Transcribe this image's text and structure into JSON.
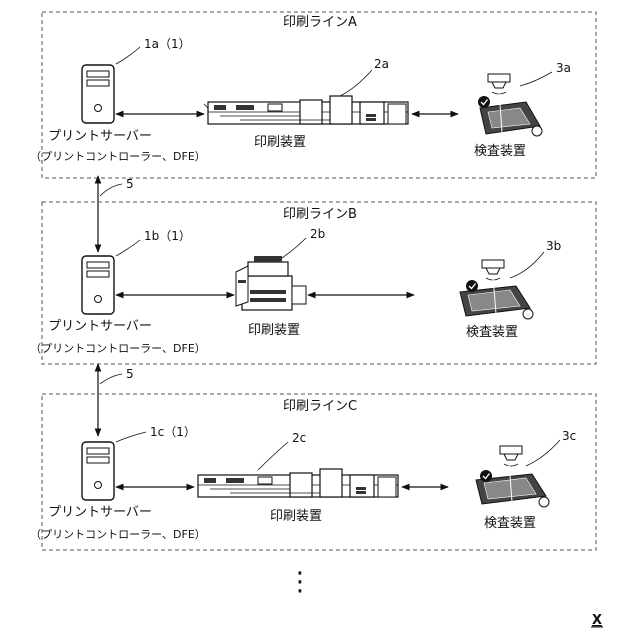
{
  "lines": [
    {
      "title": "印刷ラインA",
      "server_ref": "1a（1）",
      "printer_ref": "2a",
      "inspect_ref": "3a",
      "server_label": "プリントサーバー",
      "server_sub": "（プリントコントローラー、DFE）",
      "printer_label": "印刷装置",
      "inspect_label": "検査装置"
    },
    {
      "title": "印刷ラインB",
      "server_ref": "1b（1）",
      "printer_ref": "2b",
      "inspect_ref": "3b",
      "server_label": "プリントサーバー",
      "server_sub": "（プリントコントローラー、DFE）",
      "printer_label": "印刷装置",
      "inspect_label": "検査装置"
    },
    {
      "title": "印刷ラインC",
      "server_ref": "1c（1）",
      "printer_ref": "2c",
      "inspect_ref": "3c",
      "server_label": "プリントサーバー",
      "server_sub": "（プリントコントローラー、DFE）",
      "printer_label": "印刷装置",
      "inspect_label": "検査装置"
    }
  ],
  "network_labels": [
    "5",
    "5"
  ],
  "continuation": "⋮",
  "corner_mark": "X"
}
